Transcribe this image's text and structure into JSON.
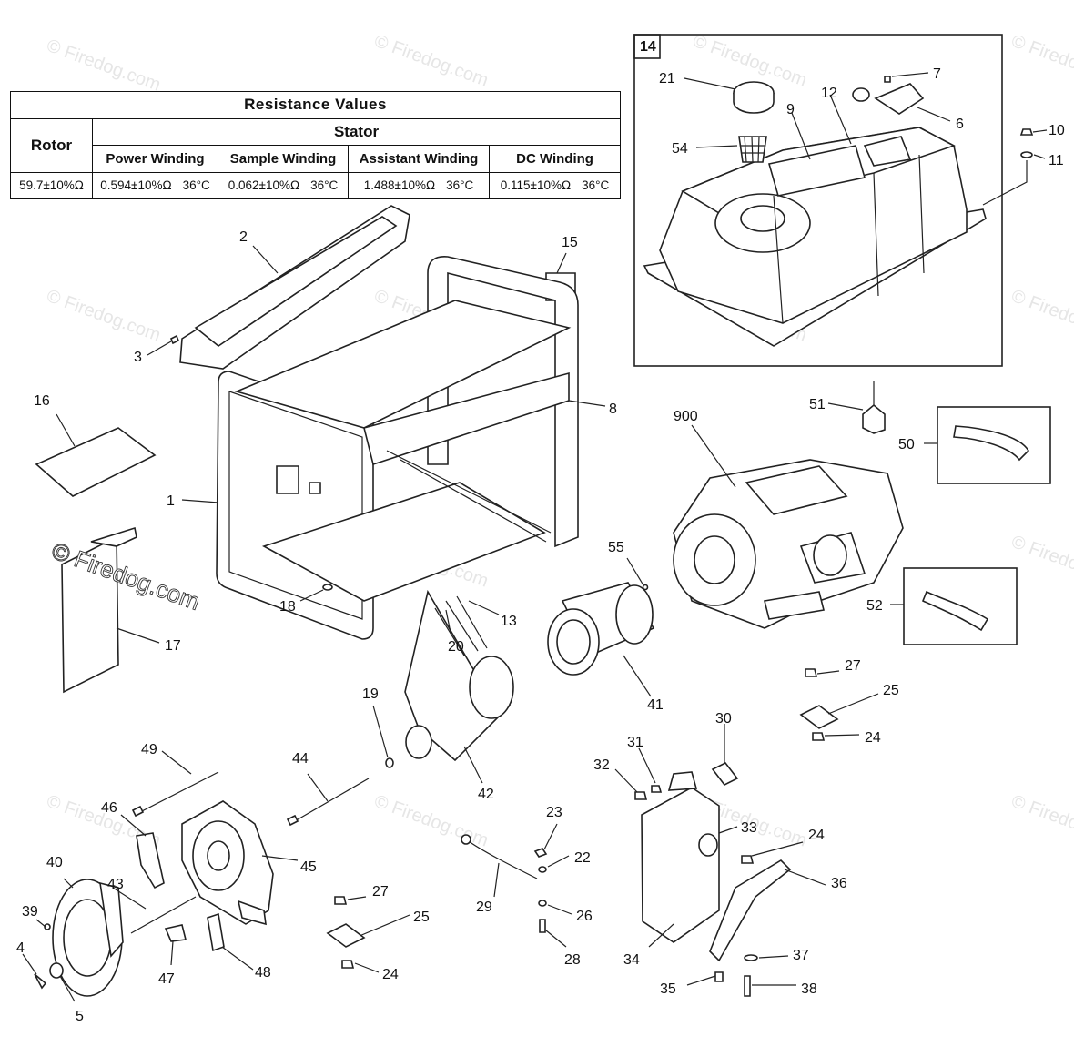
{
  "table": {
    "title": "Resistance Values",
    "rotor_header": "Rotor",
    "stator_header": "Stator",
    "columns": [
      "Power Winding",
      "Sample Winding",
      "Assistant Winding",
      "DC Winding"
    ],
    "rotor_value": "59.7±10%Ω",
    "values": [
      "0.594±10%Ω",
      "0.062±10%Ω",
      "1.488±10%Ω",
      "0.115±10%Ω"
    ],
    "temp": "36°C"
  },
  "watermark": {
    "small": "© Firedog.com",
    "large": "© Firedog.com"
  },
  "callouts": {
    "n1": "1",
    "n2": "2",
    "n3": "3",
    "n4": "4",
    "n5": "5",
    "n6": "6",
    "n7": "7",
    "n8": "8",
    "n9": "9",
    "n10": "10",
    "n11": "11",
    "n12": "12",
    "n13": "13",
    "n14": "14",
    "n15": "15",
    "n16": "16",
    "n17": "17",
    "n18": "18",
    "n19": "19",
    "n20": "20",
    "n21": "21",
    "n22": "22",
    "n23": "23",
    "n24a": "24",
    "n24b": "24",
    "n24c": "24",
    "n25a": "25",
    "n25b": "25",
    "n26": "26",
    "n27a": "27",
    "n27b": "27",
    "n28": "28",
    "n29": "29",
    "n30": "30",
    "n31": "31",
    "n32": "32",
    "n33": "33",
    "n34": "34",
    "n35": "35",
    "n36": "36",
    "n37": "37",
    "n38": "38",
    "n39": "39",
    "n40": "40",
    "n41": "41",
    "n42": "42",
    "n43": "43",
    "n44": "44",
    "n45": "45",
    "n46": "46",
    "n47": "47",
    "n48": "48",
    "n49": "49",
    "n50": "50",
    "n51": "51",
    "n52": "52",
    "n54": "54",
    "n55": "55",
    "n900": "900"
  }
}
